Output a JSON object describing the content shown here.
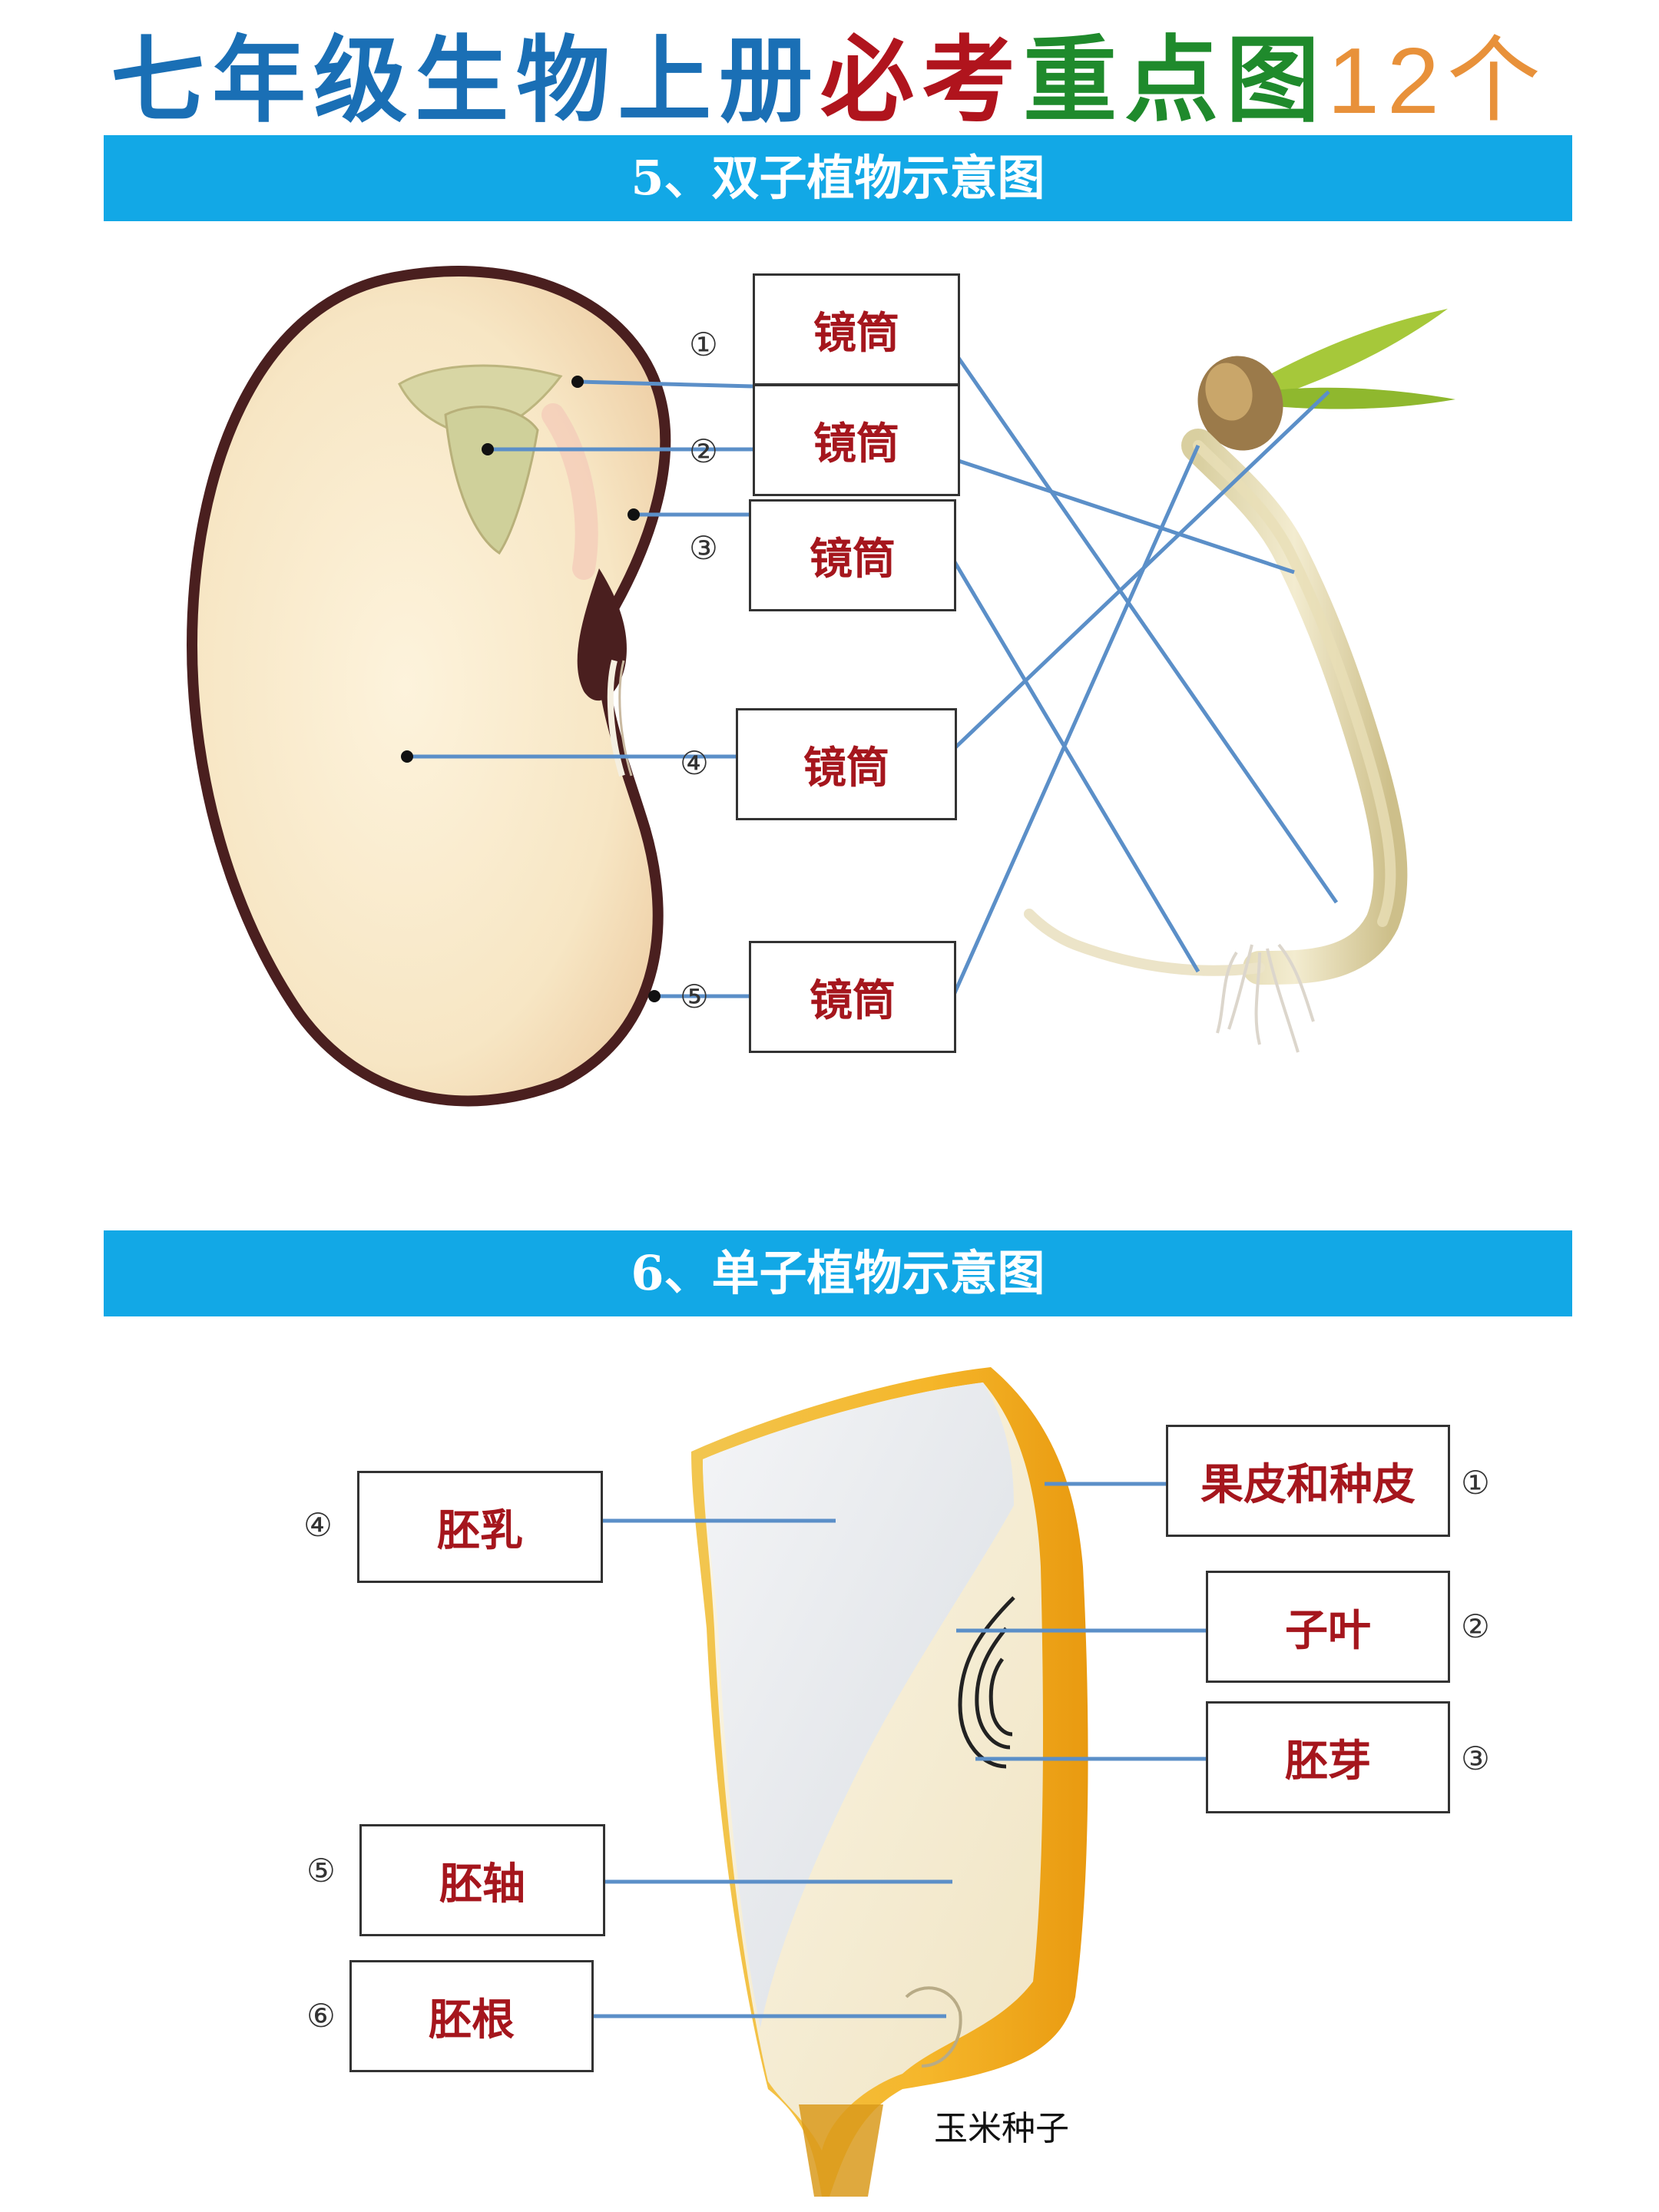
{
  "title": {
    "part1": "七年级生物上册",
    "part2": "必考",
    "part3": "重点图",
    "part4": "12个"
  },
  "section5": {
    "heading": "5、双子植物示意图",
    "labels": [
      "镜筒",
      "镜筒",
      "镜筒",
      "镜筒",
      "镜筒"
    ],
    "numbers": [
      "①",
      "②",
      "③",
      "④",
      "⑤"
    ]
  },
  "section6": {
    "heading": "6、单子植物示意图",
    "labels": [
      "果皮和种皮",
      "子叶",
      "胚芽",
      "胚乳",
      "胚轴",
      "胚根"
    ],
    "numbers": [
      "①",
      "②",
      "③",
      "④",
      "⑤",
      "⑥"
    ],
    "caption": "玉米种子"
  },
  "colors": {
    "banner": "#12a8e6",
    "label_text": "#a5161d",
    "leader_line": "#5b8fc8"
  }
}
